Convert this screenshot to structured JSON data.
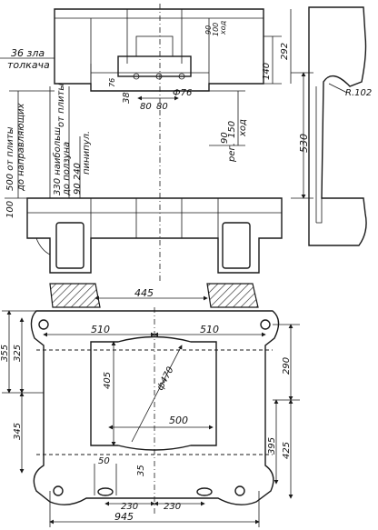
{
  "top_view": {
    "gap_note_1": "36 зла",
    "gap_note_2": "толкача",
    "dim_plate_side": "500 от плиты",
    "dim_plate_side_2": "до направляющих",
    "dim_100": "100",
    "dim_330_1": "330 наибольш.",
    "dim_330_2": "до ползуна",
    "dim_330_3": "от плиты",
    "dim_240": "90 240",
    "dim_240_b": "пинипул.",
    "dim_76": "76",
    "dim_38": "38",
    "dim_80a": "80",
    "dim_80b": "80",
    "dim_phi76": "Ф76",
    "dim_150": "150",
    "dim_150_b": "ход",
    "dim_90": "90",
    "dim_90_b": "рег.",
    "dim_140": "140",
    "dim_292": "292",
    "dim_small_1": "90",
    "dim_small_2": "100",
    "dim_small_3": "ход"
  },
  "side_view": {
    "dim_530": "530",
    "dim_r102": "R.102"
  },
  "plan_view": {
    "dim_445": "445",
    "dim_510_left": "510",
    "dim_510_right": "510",
    "dim_355": "355",
    "dim_325": "325",
    "dim_345": "345",
    "dim_405": "405",
    "dim_phi470": "ф470",
    "dim_500": "500",
    "dim_290": "290",
    "dim_395": "395",
    "dim_425": "425",
    "dim_50": "50",
    "dim_35": "35",
    "dim_230_left": "230",
    "dim_230_right": "230",
    "dim_945": "945"
  }
}
